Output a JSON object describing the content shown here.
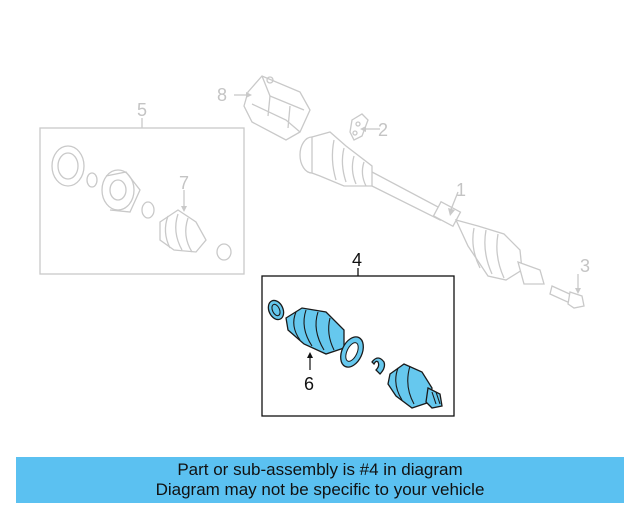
{
  "diagram": {
    "callouts": {
      "c1": "1",
      "c2": "2",
      "c3": "3",
      "c4": "4",
      "c5": "5",
      "c6": "6",
      "c7": "7",
      "c8": "8"
    },
    "highlighted_part": "4",
    "colors": {
      "highlight": "#66c8ee",
      "faded_lines": "#c9c9c9",
      "banner": "#5bc1f1"
    }
  },
  "banner": {
    "line1": "Part or sub-assembly is #4 in diagram",
    "line2": "Diagram may not be specific to your vehicle"
  }
}
